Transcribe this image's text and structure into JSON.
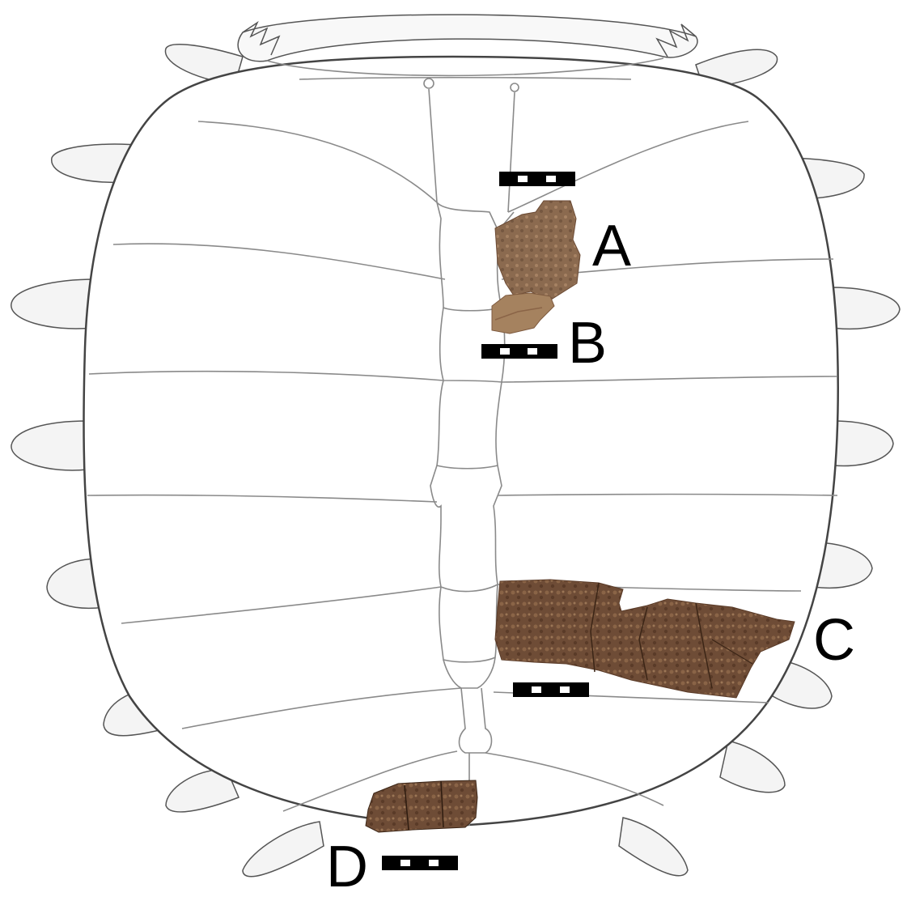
{
  "figure": {
    "labels": {
      "a": "A",
      "b": "B",
      "c": "C",
      "d": "D"
    },
    "colors": {
      "outline": "#555555",
      "seam": "#8a8a8a",
      "limb_fill": "#f4f4f4",
      "fragment_dark": "#6b4a34",
      "fragment_mid": "#7e5a3f",
      "fragment_light": "#9b7656",
      "scale_bar": "#000000"
    },
    "icons": [
      "shell-diagram",
      "fossil-fragment",
      "scale-bar"
    ]
  }
}
